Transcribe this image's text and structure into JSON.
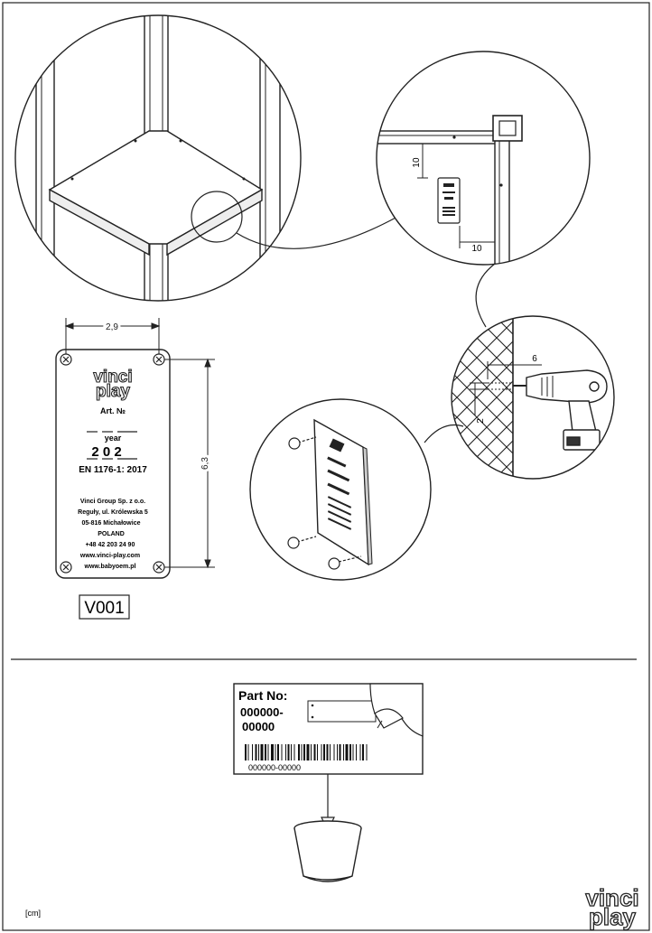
{
  "plate": {
    "brand_line1": "vinci",
    "brand_line2": "play",
    "art_label": "Art. №",
    "year_label": "year",
    "year_value": "2 0 2",
    "standard": "EN 1176-1: 2017",
    "company": "Vinci Group Sp. z o.o.",
    "street": "Reguły, ul. Królewska 5",
    "city": "05-816 Michałowice",
    "country": "POLAND",
    "phone": "+48 42 203 24 90",
    "web1": "www.vinci-play.com",
    "web2": "www.babyoem.pl"
  },
  "dimensions": {
    "plate_width": "2,9",
    "plate_height": "6,3",
    "offset_vertical": "10",
    "offset_horizontal": "10",
    "drill_depth": "6",
    "drill_diameter": "2"
  },
  "model_code": "V001",
  "part_label": {
    "title": "Part No:",
    "number_line1": "000000-",
    "number_line2": "00000",
    "barcode_text": "000000-00000"
  },
  "units": "[cm]",
  "footer_logo": {
    "line1": "vinci",
    "line2": "play"
  }
}
